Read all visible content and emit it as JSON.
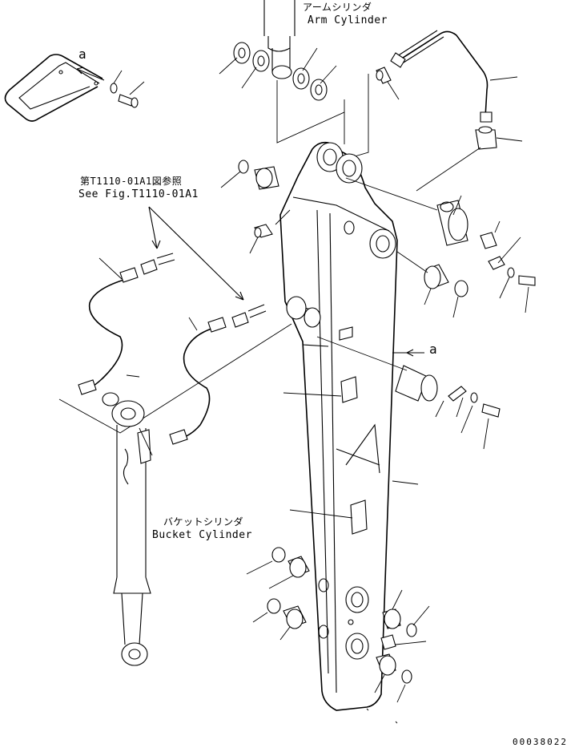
{
  "labels": {
    "arm_cylinder_jp": "アームシリンダ",
    "arm_cylinder_en": "Arm Cylinder",
    "see_fig_jp": "第T1110-01A1図参照",
    "see_fig_en": "See Fig.T1110-01A1",
    "bucket_cylinder_jp": "バケットシリンダ",
    "bucket_cylinder_en": "Bucket Cylinder",
    "detail_ref_top": "a",
    "detail_ref_mid": "a",
    "drawing_code": "00038022"
  },
  "colors": {
    "line": "#000000",
    "background": "#ffffff"
  }
}
